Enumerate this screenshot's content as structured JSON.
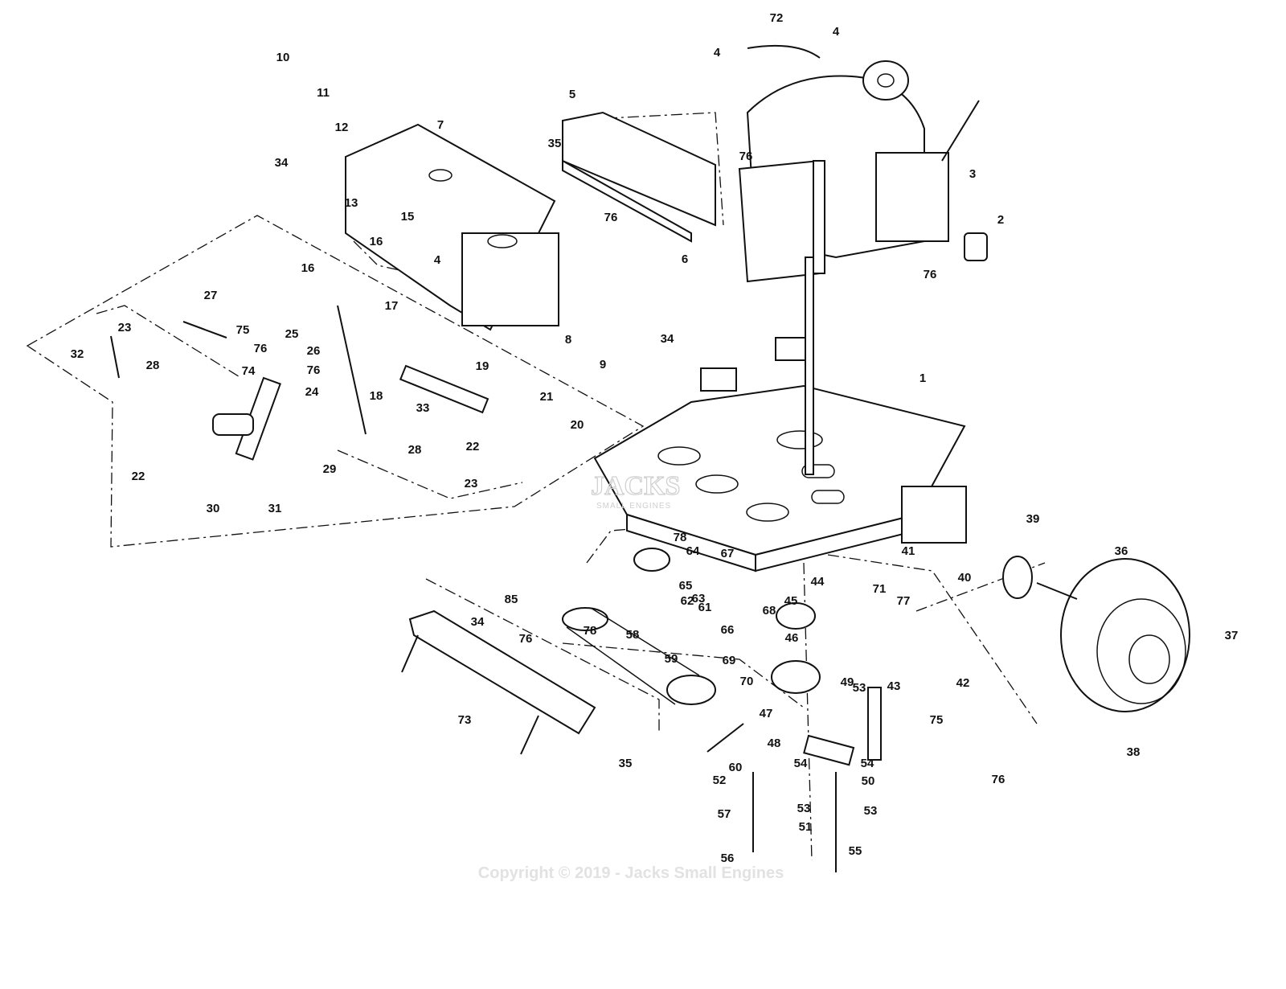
{
  "diagram": {
    "copyright": "Copyright © 2019 - Jacks Small Engines",
    "logo_text": "JACKS",
    "logo_sub": "SMALL ENGINES",
    "callouts": [
      "1",
      "2",
      "3",
      "4",
      "5",
      "6",
      "7",
      "8",
      "9",
      "10",
      "11",
      "12",
      "13",
      "15",
      "16",
      "17",
      "18",
      "19",
      "20",
      "21",
      "22",
      "23",
      "24",
      "25",
      "26",
      "27",
      "28",
      "29",
      "30",
      "31",
      "32",
      "33",
      "34",
      "35",
      "36",
      "37",
      "38",
      "39",
      "40",
      "41",
      "42",
      "43",
      "44",
      "45",
      "46",
      "47",
      "48",
      "49",
      "50",
      "51",
      "52",
      "53",
      "54",
      "55",
      "56",
      "57",
      "58",
      "59",
      "60",
      "61",
      "62",
      "63",
      "64",
      "65",
      "66",
      "67",
      "68",
      "69",
      "70",
      "71",
      "72",
      "73",
      "74",
      "75",
      "76",
      "77",
      "78",
      "85"
    ]
  }
}
